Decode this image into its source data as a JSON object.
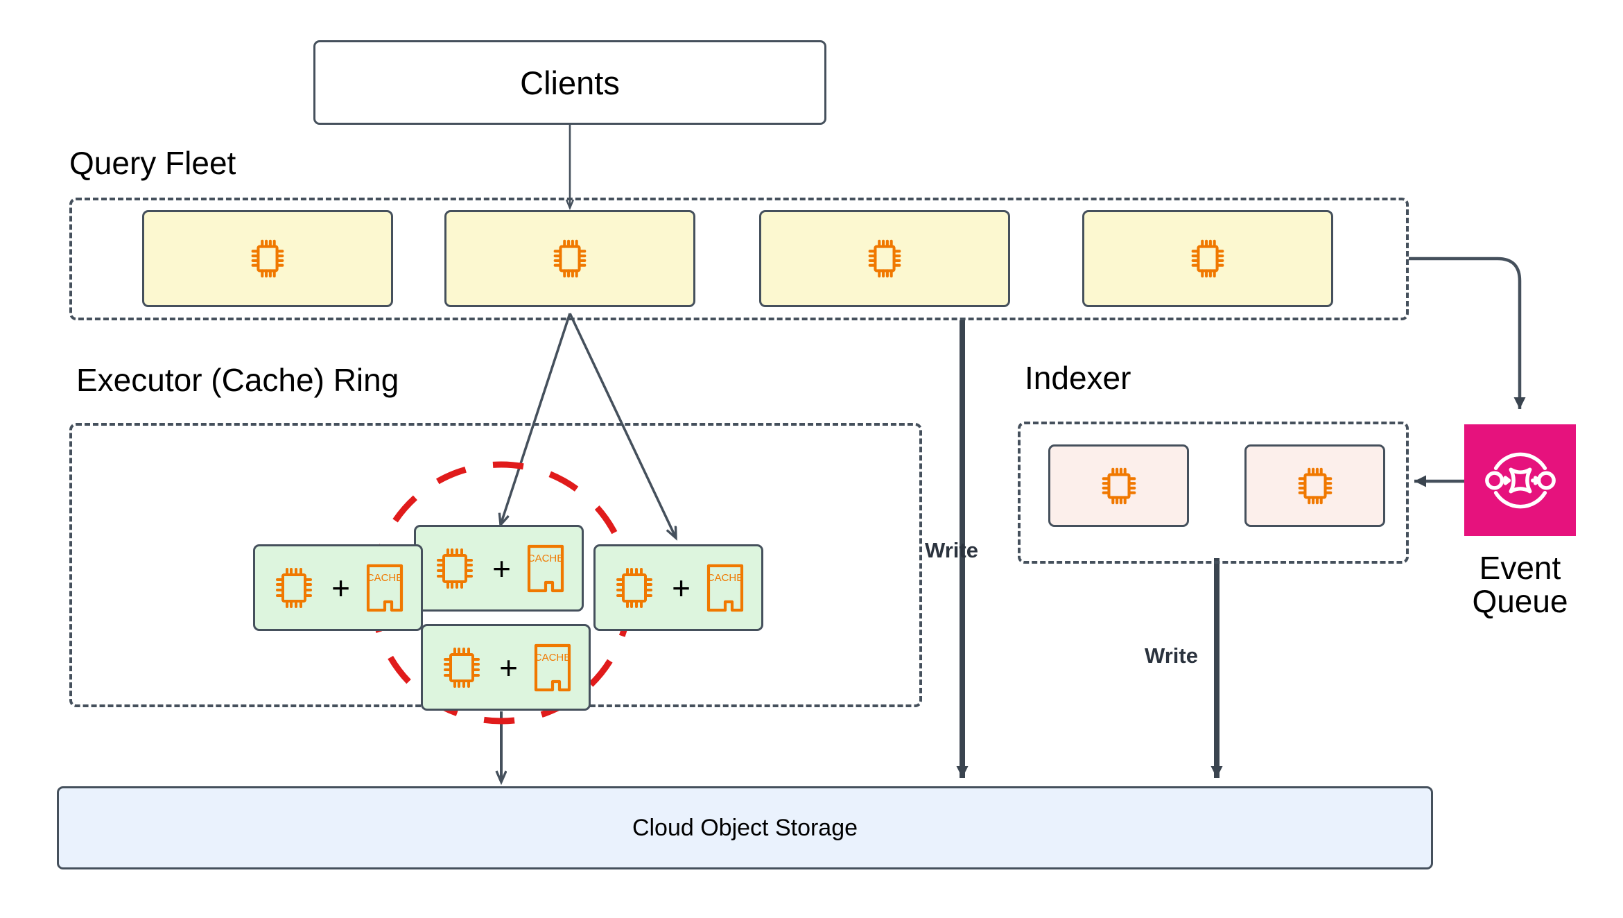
{
  "diagram": {
    "title": "Clients / Query Fleet / Executor Ring / Indexer / Event Queue architecture",
    "colors": {
      "stroke": "#45505c",
      "query_fill": "#fcf8d0",
      "executor_fill": "#ddf5de",
      "indexer_fill": "#fcefeb",
      "storage_fill": "#eaf2fd",
      "event_queue_fill": "#e6127d",
      "ring_arc": "#e01b1b",
      "icon_accent": "#f07800"
    },
    "clients": {
      "label": "Clients"
    },
    "groups": {
      "query_fleet": {
        "label": "Query Fleet"
      },
      "executor_ring": {
        "label": "Executor (Cache) Ring"
      },
      "indexer": {
        "label": "Indexer"
      }
    },
    "query_nodes": [
      {
        "icon": "cpu-chip-icon"
      },
      {
        "icon": "cpu-chip-icon"
      },
      {
        "icon": "cpu-chip-icon"
      },
      {
        "icon": "cpu-chip-icon"
      }
    ],
    "executor_nodes": [
      {
        "position": "top",
        "icon_left": "cpu-chip-icon",
        "operator": "+",
        "icon_right": "cache-icon",
        "cache_label": "CACHE"
      },
      {
        "position": "left",
        "icon_left": "cpu-chip-icon",
        "operator": "+",
        "icon_right": "cache-icon",
        "cache_label": "CACHE"
      },
      {
        "position": "right",
        "icon_left": "cpu-chip-icon",
        "operator": "+",
        "icon_right": "cache-icon",
        "cache_label": "CACHE"
      },
      {
        "position": "bottom",
        "icon_left": "cpu-chip-icon",
        "operator": "+",
        "icon_right": "cache-icon",
        "cache_label": "CACHE"
      }
    ],
    "indexer_nodes": [
      {
        "icon": "cpu-chip-icon"
      },
      {
        "icon": "cpu-chip-icon"
      }
    ],
    "event_queue": {
      "icon": "event-queue-flow-icon",
      "caption_line1": "Event",
      "caption_line2": "Queue"
    },
    "storage": {
      "label": "Cloud Object Storage"
    },
    "edge_labels": {
      "write_query": "Write",
      "write_indexer": "Write"
    }
  }
}
